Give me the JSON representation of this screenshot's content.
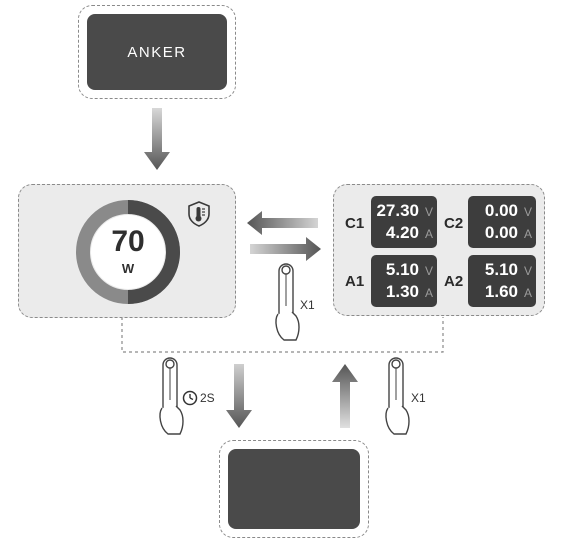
{
  "brand": {
    "logo_text": "ANKER"
  },
  "power_display": {
    "watts_value": "70",
    "watts_unit": "W",
    "temperature_icon": "thermometer-shield-icon"
  },
  "ports": [
    {
      "label": "C1",
      "voltage": "27.30",
      "current": "4.20"
    },
    {
      "label": "C2",
      "voltage": "0.00",
      "current": "0.00"
    },
    {
      "label": "A1",
      "voltage": "5.10",
      "current": "1.30"
    },
    {
      "label": "A2",
      "voltage": "5.10",
      "current": "1.60"
    }
  ],
  "units": {
    "voltage": "V",
    "current": "A"
  },
  "actions": {
    "press_once": "X1",
    "press_hold": "2S",
    "press_once_2": "X1"
  },
  "colors": {
    "screen": "#4a4a4a",
    "panel_bg": "#ebebeb",
    "readout_bg": "#3d3d3d",
    "ring_dark": "#4a4a4a",
    "ring_light": "#8a8a8a"
  }
}
